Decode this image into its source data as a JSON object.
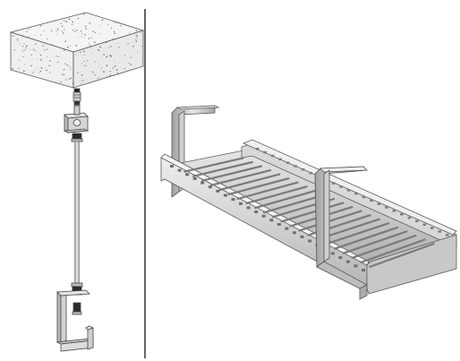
{
  "figure": {
    "background": "#ffffff",
    "panels": [
      {
        "id": "left",
        "subject": "suspension-assembly",
        "components": [
          "ceiling-slab",
          "anchor",
          "upper-clamp",
          "threaded-rod",
          "lower-nuts",
          "c-hanger-bracket"
        ]
      },
      {
        "id": "right",
        "subject": "cable-tray-with-hangers",
        "components": [
          "perforated-cable-tray",
          "hanger-bracket-left",
          "hanger-bracket-right"
        ]
      }
    ],
    "colors": {
      "steel_light": "#dcdcdc",
      "steel_mid": "#bdbdbd",
      "steel_dark": "#8c8c8c",
      "outline": "#555555",
      "divider": "#000000",
      "concrete": "#f2f2f2"
    }
  }
}
